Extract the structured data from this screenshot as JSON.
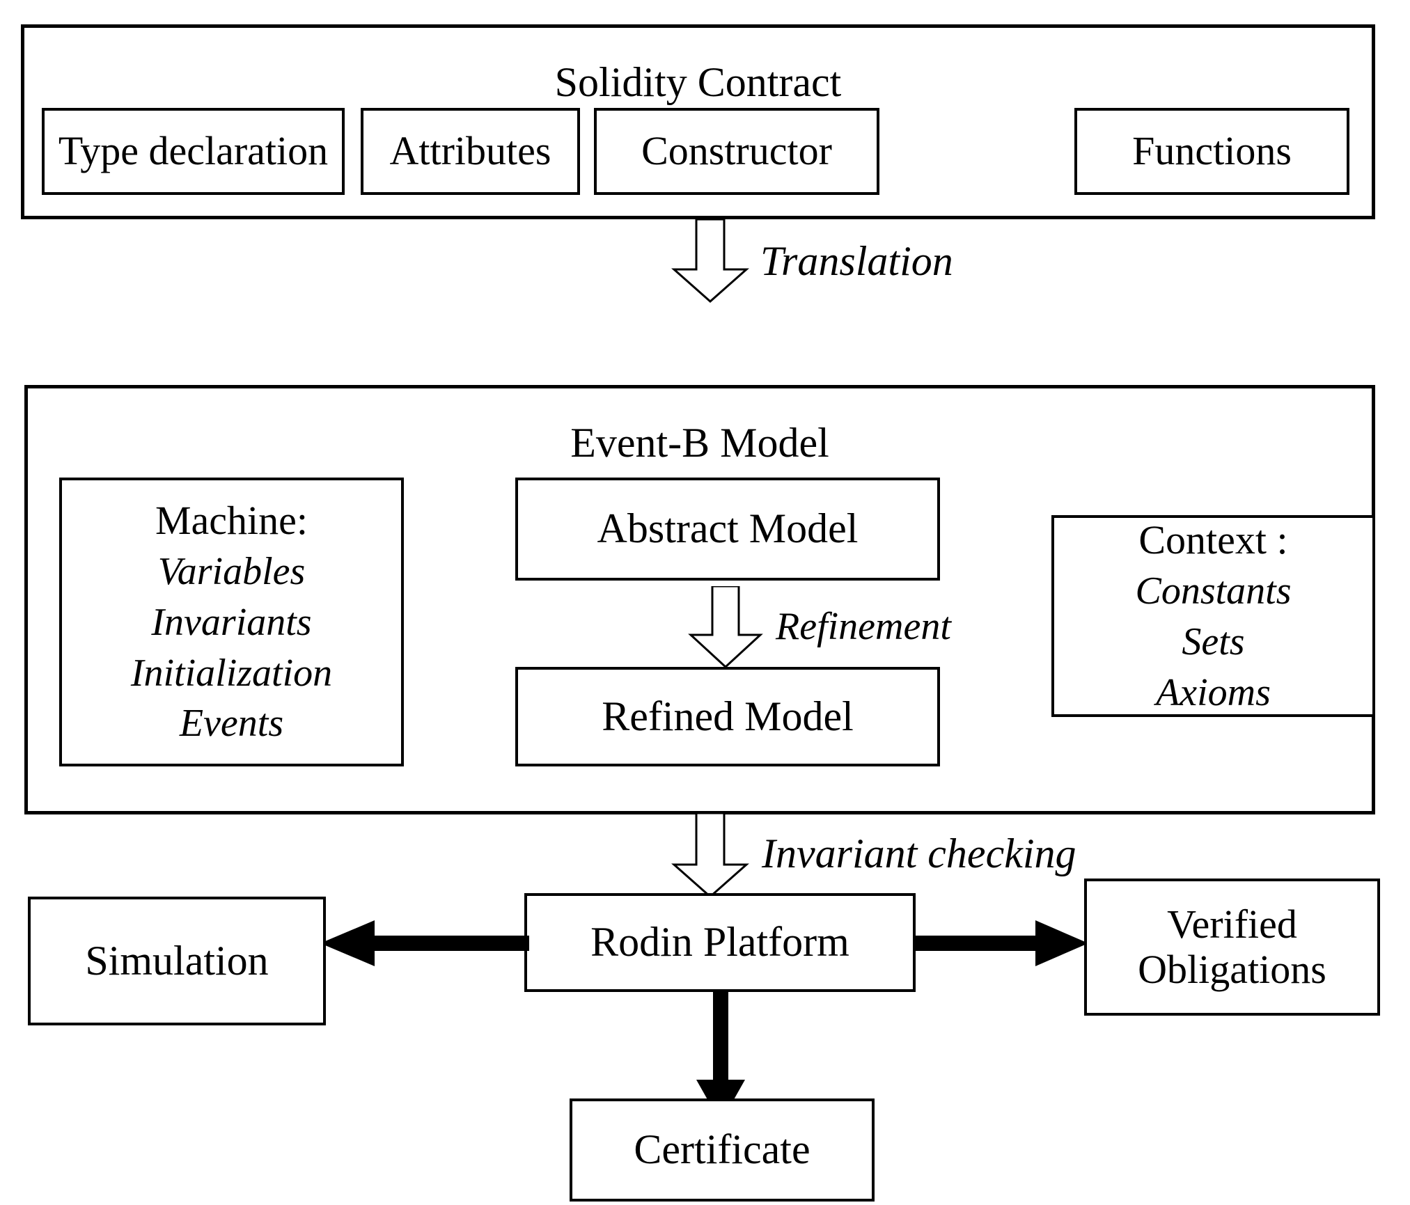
{
  "diagram": {
    "title_semantic": "Solidity contract to Event-B model verification workflow"
  },
  "solidity": {
    "title": "Solidity Contract",
    "components": [
      {
        "label": "Type declaration"
      },
      {
        "label": "Attributes"
      },
      {
        "label": "Constructor"
      },
      {
        "label": "Functions"
      }
    ]
  },
  "edges": {
    "translation": "Translation",
    "refinement": "Refinement",
    "invariant_checking": "Invariant checking"
  },
  "eventb": {
    "title": "Event-B Model",
    "machine": {
      "heading": "Machine:",
      "items": [
        "Variables",
        "Invariants",
        "Initialization",
        "Events"
      ]
    },
    "context": {
      "heading": "Context :",
      "items": [
        "Constants",
        "Sets",
        "Axioms"
      ]
    },
    "models": [
      {
        "label": "Abstract Model"
      },
      {
        "label": "Refined Model"
      }
    ]
  },
  "outputs": {
    "platform": "Rodin Platform",
    "simulation": "Simulation",
    "verified_obligations": "Verified\nObligations",
    "verified_obligations_line1": "Verified",
    "verified_obligations_line2": "Obligations",
    "certificate": "Certificate"
  },
  "colors": {
    "stroke": "#000000",
    "fill": "#ffffff",
    "text": "#000000"
  }
}
